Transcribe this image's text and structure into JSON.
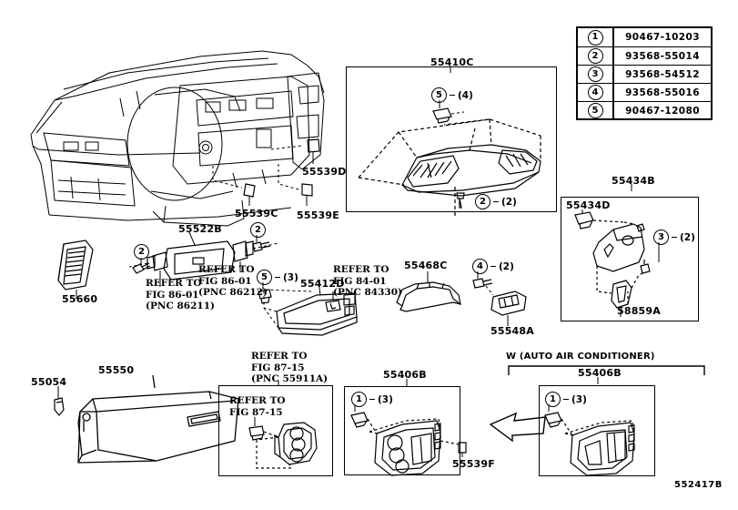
{
  "diagram": {
    "footer_code": "552417B",
    "title_group": "W (AUTO AIR CONDITIONER)"
  },
  "legend": {
    "rows": [
      {
        "num": "1",
        "part": "90467-10203"
      },
      {
        "num": "2",
        "part": "93568-55014"
      },
      {
        "num": "3",
        "part": "93568-54512"
      },
      {
        "num": "4",
        "part": "93568-55016"
      },
      {
        "num": "5",
        "part": "90467-12080"
      }
    ]
  },
  "labels": {
    "clip_55539d": "55539D",
    "clip_55539c": "55539C",
    "clip_55539e": "55539E",
    "register_55660": "55660",
    "panel_55522b": "55522B",
    "panel_55410c": "55410C",
    "panel_55434b": "55434B",
    "clip_55434d": "55434D",
    "part_58859a": "58859A",
    "box_55412d": "55412D",
    "panel_55468c": "55468C",
    "part_55548a": "55548A",
    "clip_55054": "55054",
    "door_55550": "55550",
    "panel_55406b_left": "55406B",
    "panel_55406b_right": "55406B",
    "clip_55539f": "55539F"
  },
  "refers": {
    "ref_86211": "REFER TO\nFIG 86-01\n(PNC 86211)",
    "ref_86212": "REFER TO\nFIG 86-01\n(PNC 86212)",
    "ref_84330": "REFER TO\nFIG 84-01\n(PNC 84330)",
    "ref_55911a": "REFER TO\nFIG 87-15\n(PNC 55911A)",
    "ref_8715": "REFER TO\nFIG 87-15"
  },
  "callouts": {
    "c5_4": {
      "num": "5",
      "qty": "(4)"
    },
    "c2_2_top": {
      "num": "2",
      "qty": "(2)"
    },
    "c3_2": {
      "num": "3",
      "qty": "(2)"
    },
    "c4_2": {
      "num": "4",
      "qty": "(2)"
    },
    "c5_3": {
      "num": "5",
      "qty": "(3)"
    },
    "c1_3_left": {
      "num": "1",
      "qty": "(3)"
    },
    "c1_3_right": {
      "num": "1",
      "qty": "(3)"
    },
    "c2_a": {
      "num": "2",
      "qty": ""
    },
    "c2_b": {
      "num": "2",
      "qty": ""
    },
    "c2_c": {
      "num": "2",
      "qty": ""
    }
  }
}
